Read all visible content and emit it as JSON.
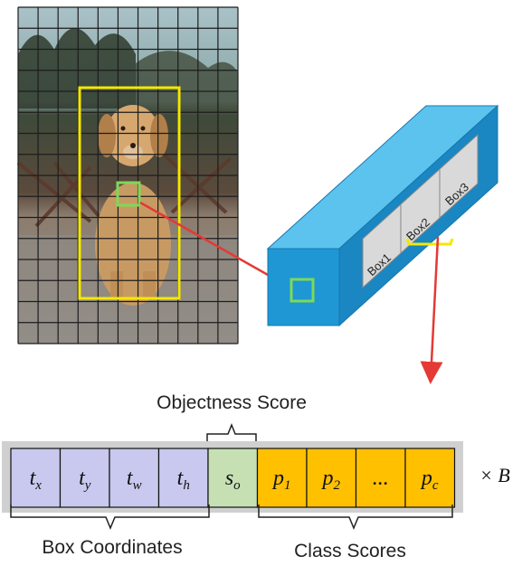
{
  "diagram": {
    "objectness_label": "Objectness Score",
    "box_coordinates_label": "Box Coordinates",
    "class_scores_label": "Class Scores",
    "multiplier_label": "× B",
    "anchor_boxes": [
      "Box1",
      "Box2",
      "Box3"
    ],
    "vector_cells": [
      {
        "base": "t",
        "sub": "x",
        "kind": "box"
      },
      {
        "base": "t",
        "sub": "y",
        "kind": "box"
      },
      {
        "base": "t",
        "sub": "w",
        "kind": "box"
      },
      {
        "base": "t",
        "sub": "h",
        "kind": "box"
      },
      {
        "base": "s",
        "sub": "o",
        "kind": "objectness"
      },
      {
        "base": "p",
        "sub": "1",
        "kind": "class"
      },
      {
        "base": "p",
        "sub": "2",
        "kind": "class"
      },
      {
        "base": "...",
        "sub": "",
        "kind": "class"
      },
      {
        "base": "p",
        "sub": "c",
        "kind": "class"
      }
    ],
    "colors": {
      "box_cell": "#c9c8ee",
      "objectness_cell": "#c6e0b4",
      "class_cell": "#ffc000",
      "tensor_front": "#1f97d4",
      "tensor_top": "#5cc3ef",
      "tensor_side": "#137ab3",
      "bbox": "#f5e800",
      "grid_cell": "#7ed957",
      "arrow": "#e53935"
    },
    "photo_icon": "dog-photo"
  }
}
